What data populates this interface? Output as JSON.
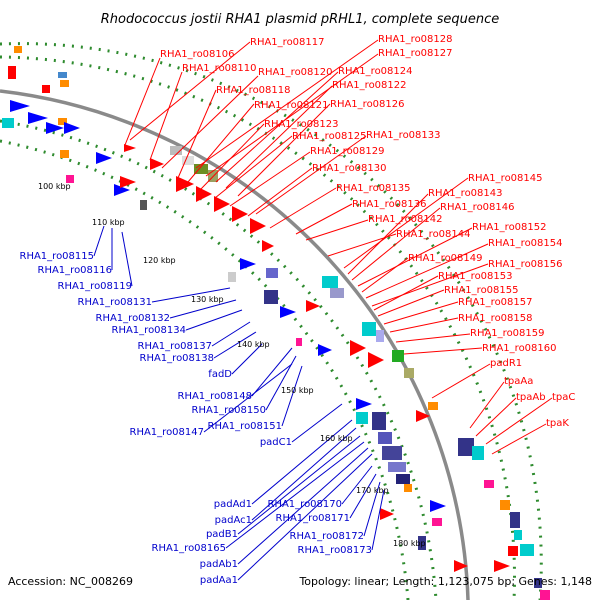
{
  "title": "Rhodococcus jostii RHA1 plasmid pRHL1, complete sequence",
  "footer": {
    "accession": "Accession: NC_008269",
    "summary": "Topology: linear; Length: 1,123,075 bp; Genes: 1,148"
  },
  "colors": {
    "backbone": "#8a8a8a",
    "dotted_track": "#2e8b2e",
    "forward_label": "#ff0000",
    "reverse_label": "#0000cc",
    "forward_gene": "#ff0000",
    "reverse_gene": "#0000ff"
  },
  "ticks": [
    "100 kbp",
    "110 kbp",
    "120 kbp",
    "130 kbp",
    "140 kbp",
    "150 kbp",
    "160 kbp",
    "170 kbp",
    "180 kbp"
  ],
  "forward_labels": [
    "RHA1_ro08117",
    "RHA1_ro08106",
    "RHA1_ro08110",
    "RHA1_ro08120",
    "RHA1_ro08118",
    "RHA1_ro08121",
    "RHA1_ro08123",
    "RHA1_ro08125",
    "RHA1_ro08129",
    "RHA1_ro08130",
    "RHA1_ro08128",
    "RHA1_ro08127",
    "RHA1_ro08124",
    "RHA1_ro08122",
    "RHA1_ro08126",
    "RHA1_ro08133",
    "RHA1_ro08135",
    "RHA1_ro08136",
    "RHA1_ro08142",
    "RHA1_ro08144",
    "RHA1_ro08145",
    "RHA1_ro08143",
    "RHA1_ro08146",
    "RHA1_ro08152",
    "RHA1_ro08149",
    "RHA1_ro08154",
    "RHA1_ro08156",
    "RHA1_ro08153",
    "RHA1_ro08155",
    "RHA1_ro08157",
    "RHA1_ro08158",
    "RHA1_ro08159",
    "RHA1_ro08160",
    "padR1",
    "tpaAa",
    "tpaAb",
    "tpaC",
    "tpaK"
  ],
  "reverse_labels": [
    "RHA1_ro08115",
    "RHA1_ro08116",
    "RHA1_ro08119",
    "RHA1_ro08131",
    "RHA1_ro08132",
    "RHA1_ro08134",
    "RHA1_ro08137",
    "RHA1_ro08138",
    "fadD",
    "RHA1_ro08148",
    "RHA1_ro08150",
    "RHA1_ro08147",
    "RHA1_ro08151",
    "padC1",
    "padAd1",
    "padAc1",
    "padB1",
    "RHA1_ro08165",
    "padAb1",
    "padAa1",
    "RHA1_ro08170",
    "RHA1_ro08171",
    "RHA1_ro08172",
    "RHA1_ro08173"
  ]
}
